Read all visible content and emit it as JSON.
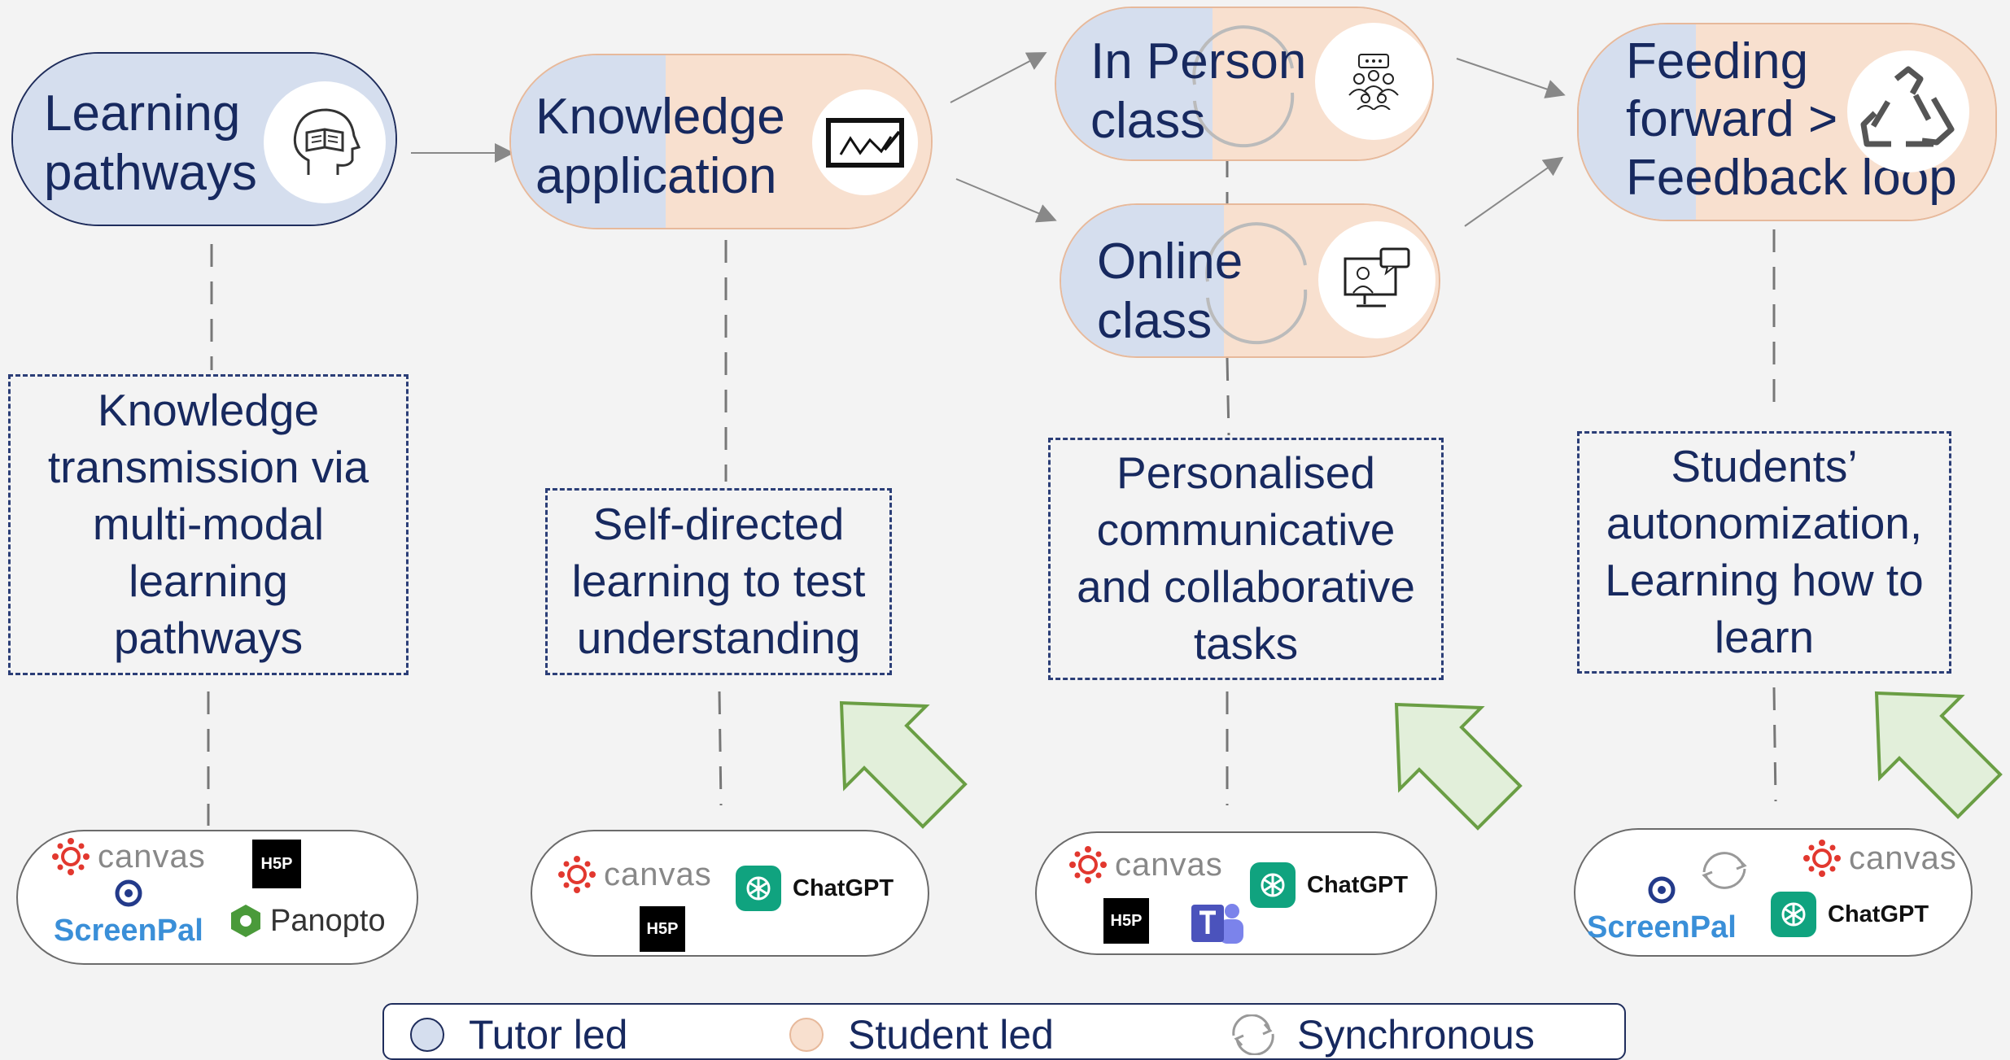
{
  "stages": [
    {
      "title_line1": "Learning",
      "title_line2": "pathways",
      "icon": "head-book-icon",
      "description": "Knowledge transmission via multi-modal learning pathways"
    },
    {
      "title_line1": "Knowledge",
      "title_line2": "application",
      "icon": "whiteboard-icon",
      "description": "Self-directed learning to test understanding"
    },
    {
      "title_line1": "In Person",
      "title_line2": "class",
      "icon": "group-meeting-icon"
    },
    {
      "title_line1": "Online",
      "title_line2": "class",
      "icon": "video-call-icon",
      "description": "Personalised communicative and collaborative tasks"
    },
    {
      "title_line1": "Feeding",
      "title_line2": "forward >",
      "title_line3": "Feedback loop",
      "icon": "recycle-icon",
      "description": "Students’ autonomization, Learning how to learn"
    }
  ],
  "descriptions": {
    "d1": [
      "Knowledge",
      "transmission via",
      "multi-modal",
      "learning",
      "pathways"
    ],
    "d2": [
      "Self-directed",
      "learning to test",
      "understanding"
    ],
    "d3": [
      "Personalised",
      "communicative",
      "and collaborative",
      "tasks"
    ],
    "d4": [
      "Students’",
      "autonomization,",
      "Learning how to",
      "learn"
    ]
  },
  "tools": {
    "canvas": "canvas",
    "h5p": "H5P",
    "screenpal": "ScreenPal",
    "panopto": "Panopto",
    "chatgpt": "ChatGPT"
  },
  "legend": {
    "tutor": "Tutor led",
    "student": "Student led",
    "sync": "Synchronous"
  },
  "colors": {
    "tutor": "#d5deee",
    "student": "#f8e0cf",
    "navy": "#17295f",
    "green_arrow": "#e2efda"
  }
}
